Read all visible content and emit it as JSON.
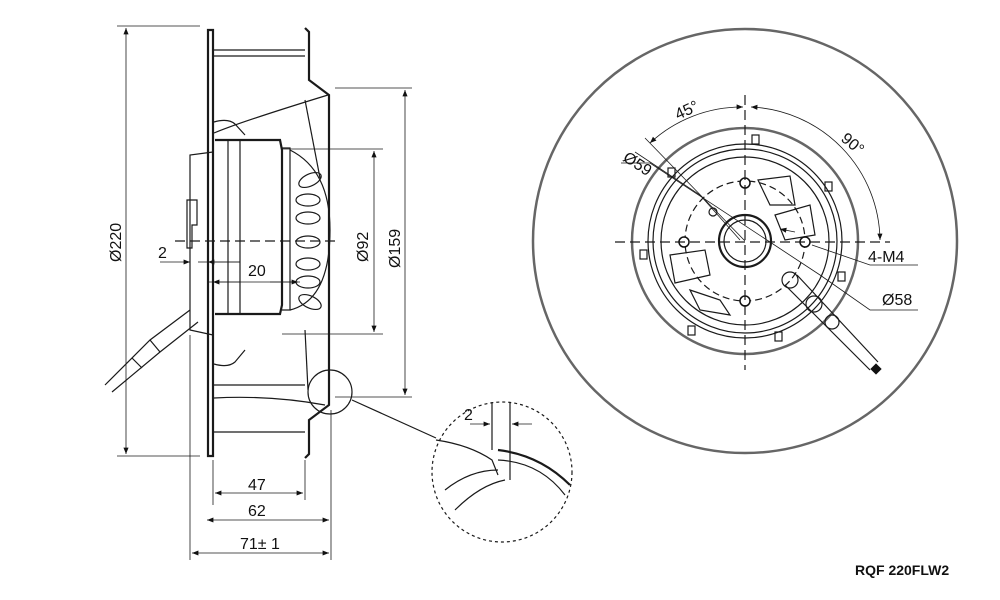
{
  "drawing": {
    "model": "RQF 220FLW2",
    "side_view": {
      "outer_diameter": "Ø220",
      "flange_offset": "2",
      "motor_width": "20",
      "motor_diameter": "Ø92",
      "inlet_diameter": "Ø159",
      "depth_47": "47",
      "depth_62": "62",
      "overall_depth": "71± 1"
    },
    "detail_view": {
      "gap": "2"
    },
    "front_view": {
      "angle_45": "45°",
      "angle_90": "90°",
      "bolt_circle_59": "Ø59",
      "mount_holes": "4-M4",
      "bolt_circle_58": "Ø58"
    }
  }
}
